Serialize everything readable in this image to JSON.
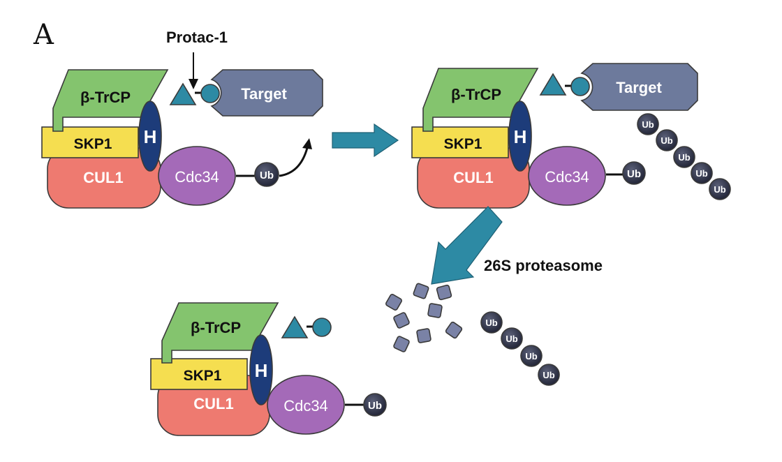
{
  "panel_label": "A",
  "labels": {
    "protac": "Protac-1",
    "btrcp": "β-TrCP",
    "skp1": "SKP1",
    "cul1": "CUL1",
    "hrt": "H",
    "cdc34": "Cdc34",
    "target": "Target",
    "ub": "Ub",
    "proteasome": "26S proteasome"
  },
  "colors": {
    "btrcp": "#84c46e",
    "skp1": "#f5de50",
    "cul1": "#ee7a70",
    "cdc34": "#a46ab8",
    "hrt": "#1d3c7a",
    "ub": "#2a2e42",
    "target": "#6d7a9c",
    "ligand": "#2d8aa4",
    "arrow": "#2d8aa4",
    "fragment": "#7a82a6"
  }
}
